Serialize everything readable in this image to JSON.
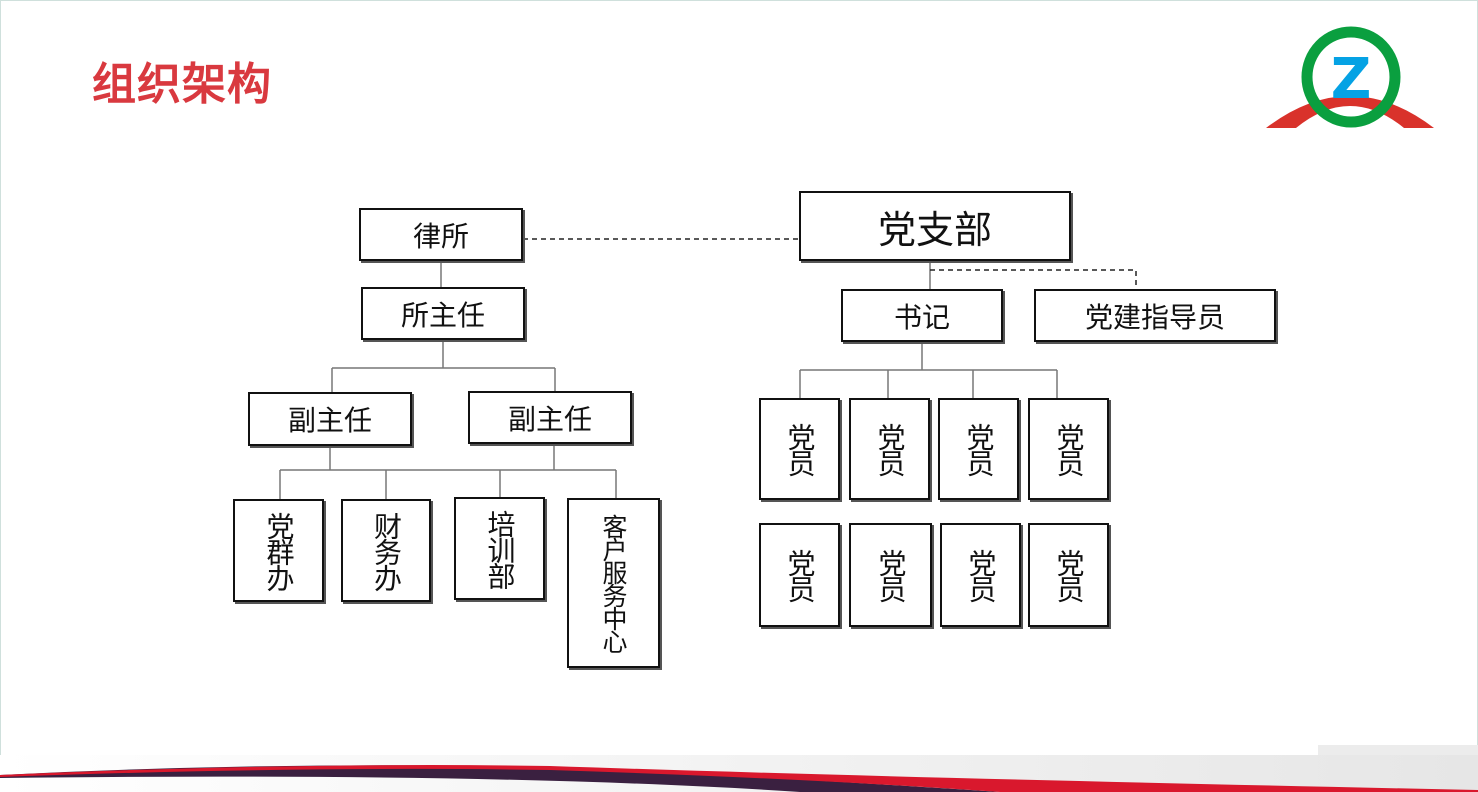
{
  "title": "组织架构",
  "logo": {
    "icon": "z-circle-logo",
    "letter": "Z",
    "colors": {
      "ring": "#0a9f3f",
      "letter": "#05a2e4",
      "arc": "#d9322b"
    }
  },
  "left_tree": {
    "root": "律所",
    "director": "所主任",
    "deputies": [
      "副主任",
      "副主任"
    ],
    "departments": [
      "党群办",
      "财务办",
      "培训部",
      "客户服务中心"
    ]
  },
  "right_tree": {
    "root": "党支部",
    "secretary": "书记",
    "advisor": "党建指导员",
    "members": [
      "党员",
      "党员",
      "党员",
      "党员",
      "党员",
      "党员",
      "党员",
      "党员"
    ]
  }
}
